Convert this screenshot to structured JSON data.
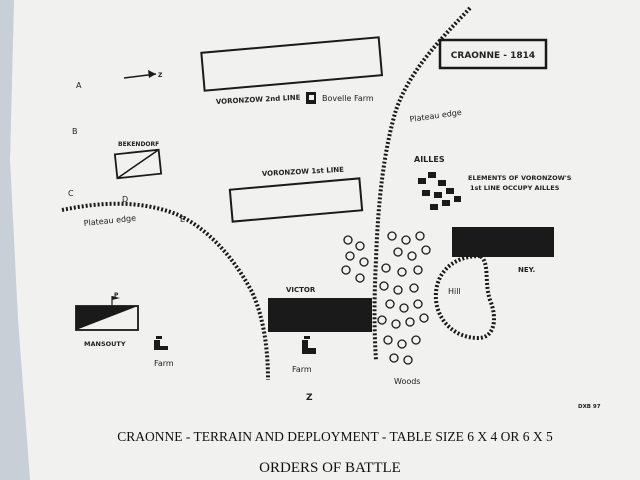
{
  "map": {
    "title": "CRAONNE - 1814",
    "caption": "CRAONNE - TERRAIN AND DEPLOYMENT - TABLE SIZE 6 X 4 OR 6 X 5",
    "section_heading": "ORDERS OF BATTLE",
    "letters": {
      "a": "A",
      "b": "B",
      "c": "C",
      "d": "D",
      "e": "E",
      "z": "Z",
      "arrow_z": "Z"
    },
    "units": {
      "voronzow_2": "VORONZOW 2nd LINE",
      "voronzow_1": "VORONZOW 1st LINE",
      "bekendorf": "BEKENDORF",
      "mansouty": "MANSOUTY",
      "victor": "VICTOR",
      "ney": "NEY.",
      "flag_p": "P"
    },
    "terrain": {
      "bovelle_farm": "Bovelle Farm",
      "plateau_edge_right": "Plateau edge",
      "plateau_edge_left": "Plateau edge",
      "ailles": "AILLES",
      "ailles_note_1": "ELEMENTS OF VORONZOW'S",
      "ailles_note_2": "1st LINE OCCUPY AILLES",
      "hill": "Hill",
      "woods": "Woods",
      "farm_left": "Farm",
      "farm_bottom": "Farm"
    },
    "signature": "DXB 97",
    "colors": {
      "paper": "#f1f1ef",
      "ink": "#1a1a1a",
      "background": "#8a9a7e"
    }
  }
}
